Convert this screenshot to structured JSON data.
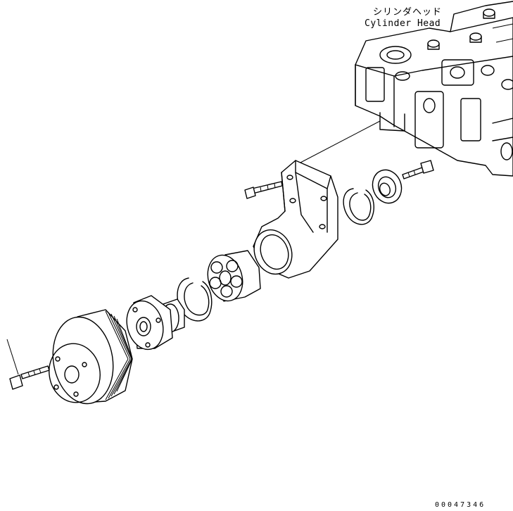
{
  "callouts": {
    "cylinder_head_jp": "シリンダヘッド",
    "cylinder_head_en": "Cylinder Head"
  },
  "footer": {
    "part_number": "00047346"
  }
}
